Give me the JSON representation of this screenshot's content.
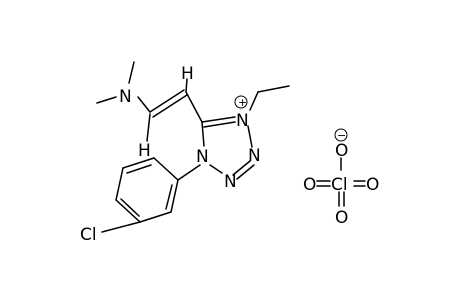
{
  "molecule": {
    "name": "",
    "cation_atoms": {
      "n_dimethyl": "N",
      "h_top": "H",
      "h_bottom": "H",
      "n4": "N",
      "n3": "N",
      "n2": "N",
      "n1": "N",
      "cl_aryl": "Cl"
    },
    "cation_charge": "+",
    "perchlorate": {
      "o_top": "O",
      "o_left": "O",
      "cl_center": "Cl",
      "o_right": "O",
      "o_bottom": "O",
      "charge": "−"
    }
  }
}
